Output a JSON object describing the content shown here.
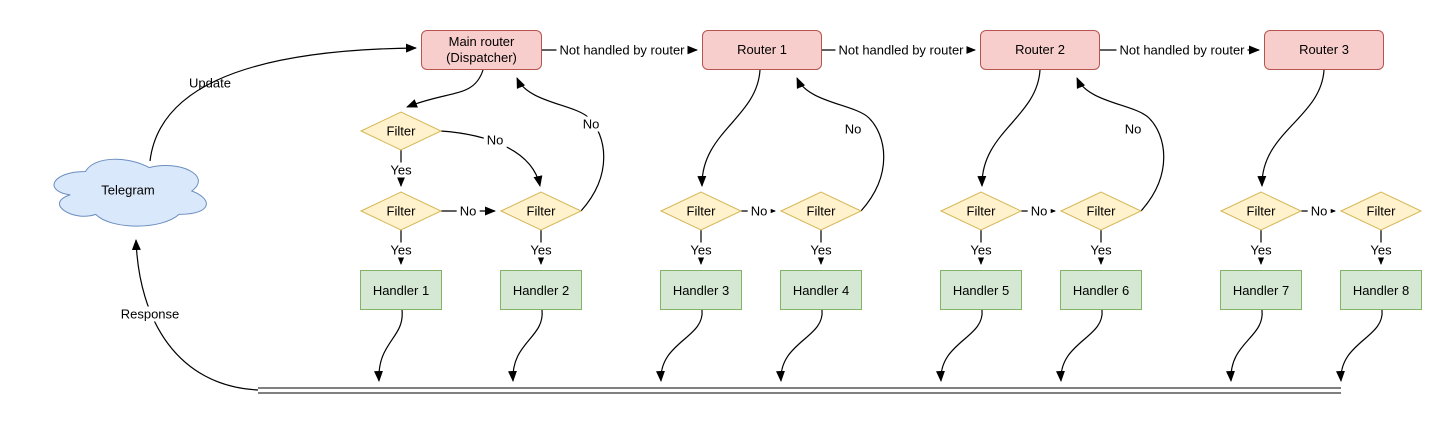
{
  "diagram": {
    "cloud": {
      "label": "Telegram"
    },
    "routers": [
      {
        "label": "Main router\n(Dispatcher)"
      },
      {
        "label": "Router 1"
      },
      {
        "label": "Router 2"
      },
      {
        "label": "Router 3"
      }
    ],
    "filter_label": "Filter",
    "handlers": [
      {
        "label": "Handler 1"
      },
      {
        "label": "Handler 2"
      },
      {
        "label": "Handler 3"
      },
      {
        "label": "Handler 4"
      },
      {
        "label": "Handler 5"
      },
      {
        "label": "Handler 6"
      },
      {
        "label": "Handler 7"
      },
      {
        "label": "Handler 8"
      }
    ],
    "edge_labels": {
      "update": "Update",
      "response": "Response",
      "not_handled": "Not handled by router",
      "yes": "Yes",
      "no": "No"
    },
    "colors": {
      "background": "#ffffff",
      "edge_stroke": "#000000",
      "router_fill": "#f8cecc",
      "router_stroke": "#b85450",
      "filter_fill": "#fff2cc",
      "filter_stroke": "#d6b656",
      "handler_fill": "#d5e8d4",
      "handler_stroke": "#82b366",
      "cloud_fill": "#dae8fc",
      "cloud_stroke": "#6c8ebf"
    }
  }
}
